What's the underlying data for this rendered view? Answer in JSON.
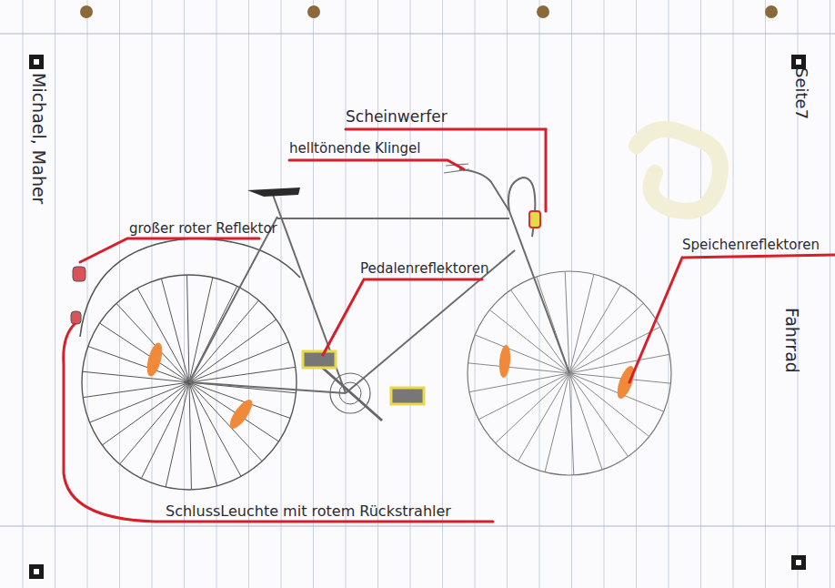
{
  "diagram": {
    "labels": [
      "Michael, Maher",
      "Scheinwerfer",
      "helltönende Klingel",
      "großer roter Reflektor",
      "Pedalenreflektoren",
      "Speichenreflektoren",
      "SchlussLeuchte mit rotem Rückstrahler",
      "Seite7",
      "Fahrrad"
    ]
  }
}
